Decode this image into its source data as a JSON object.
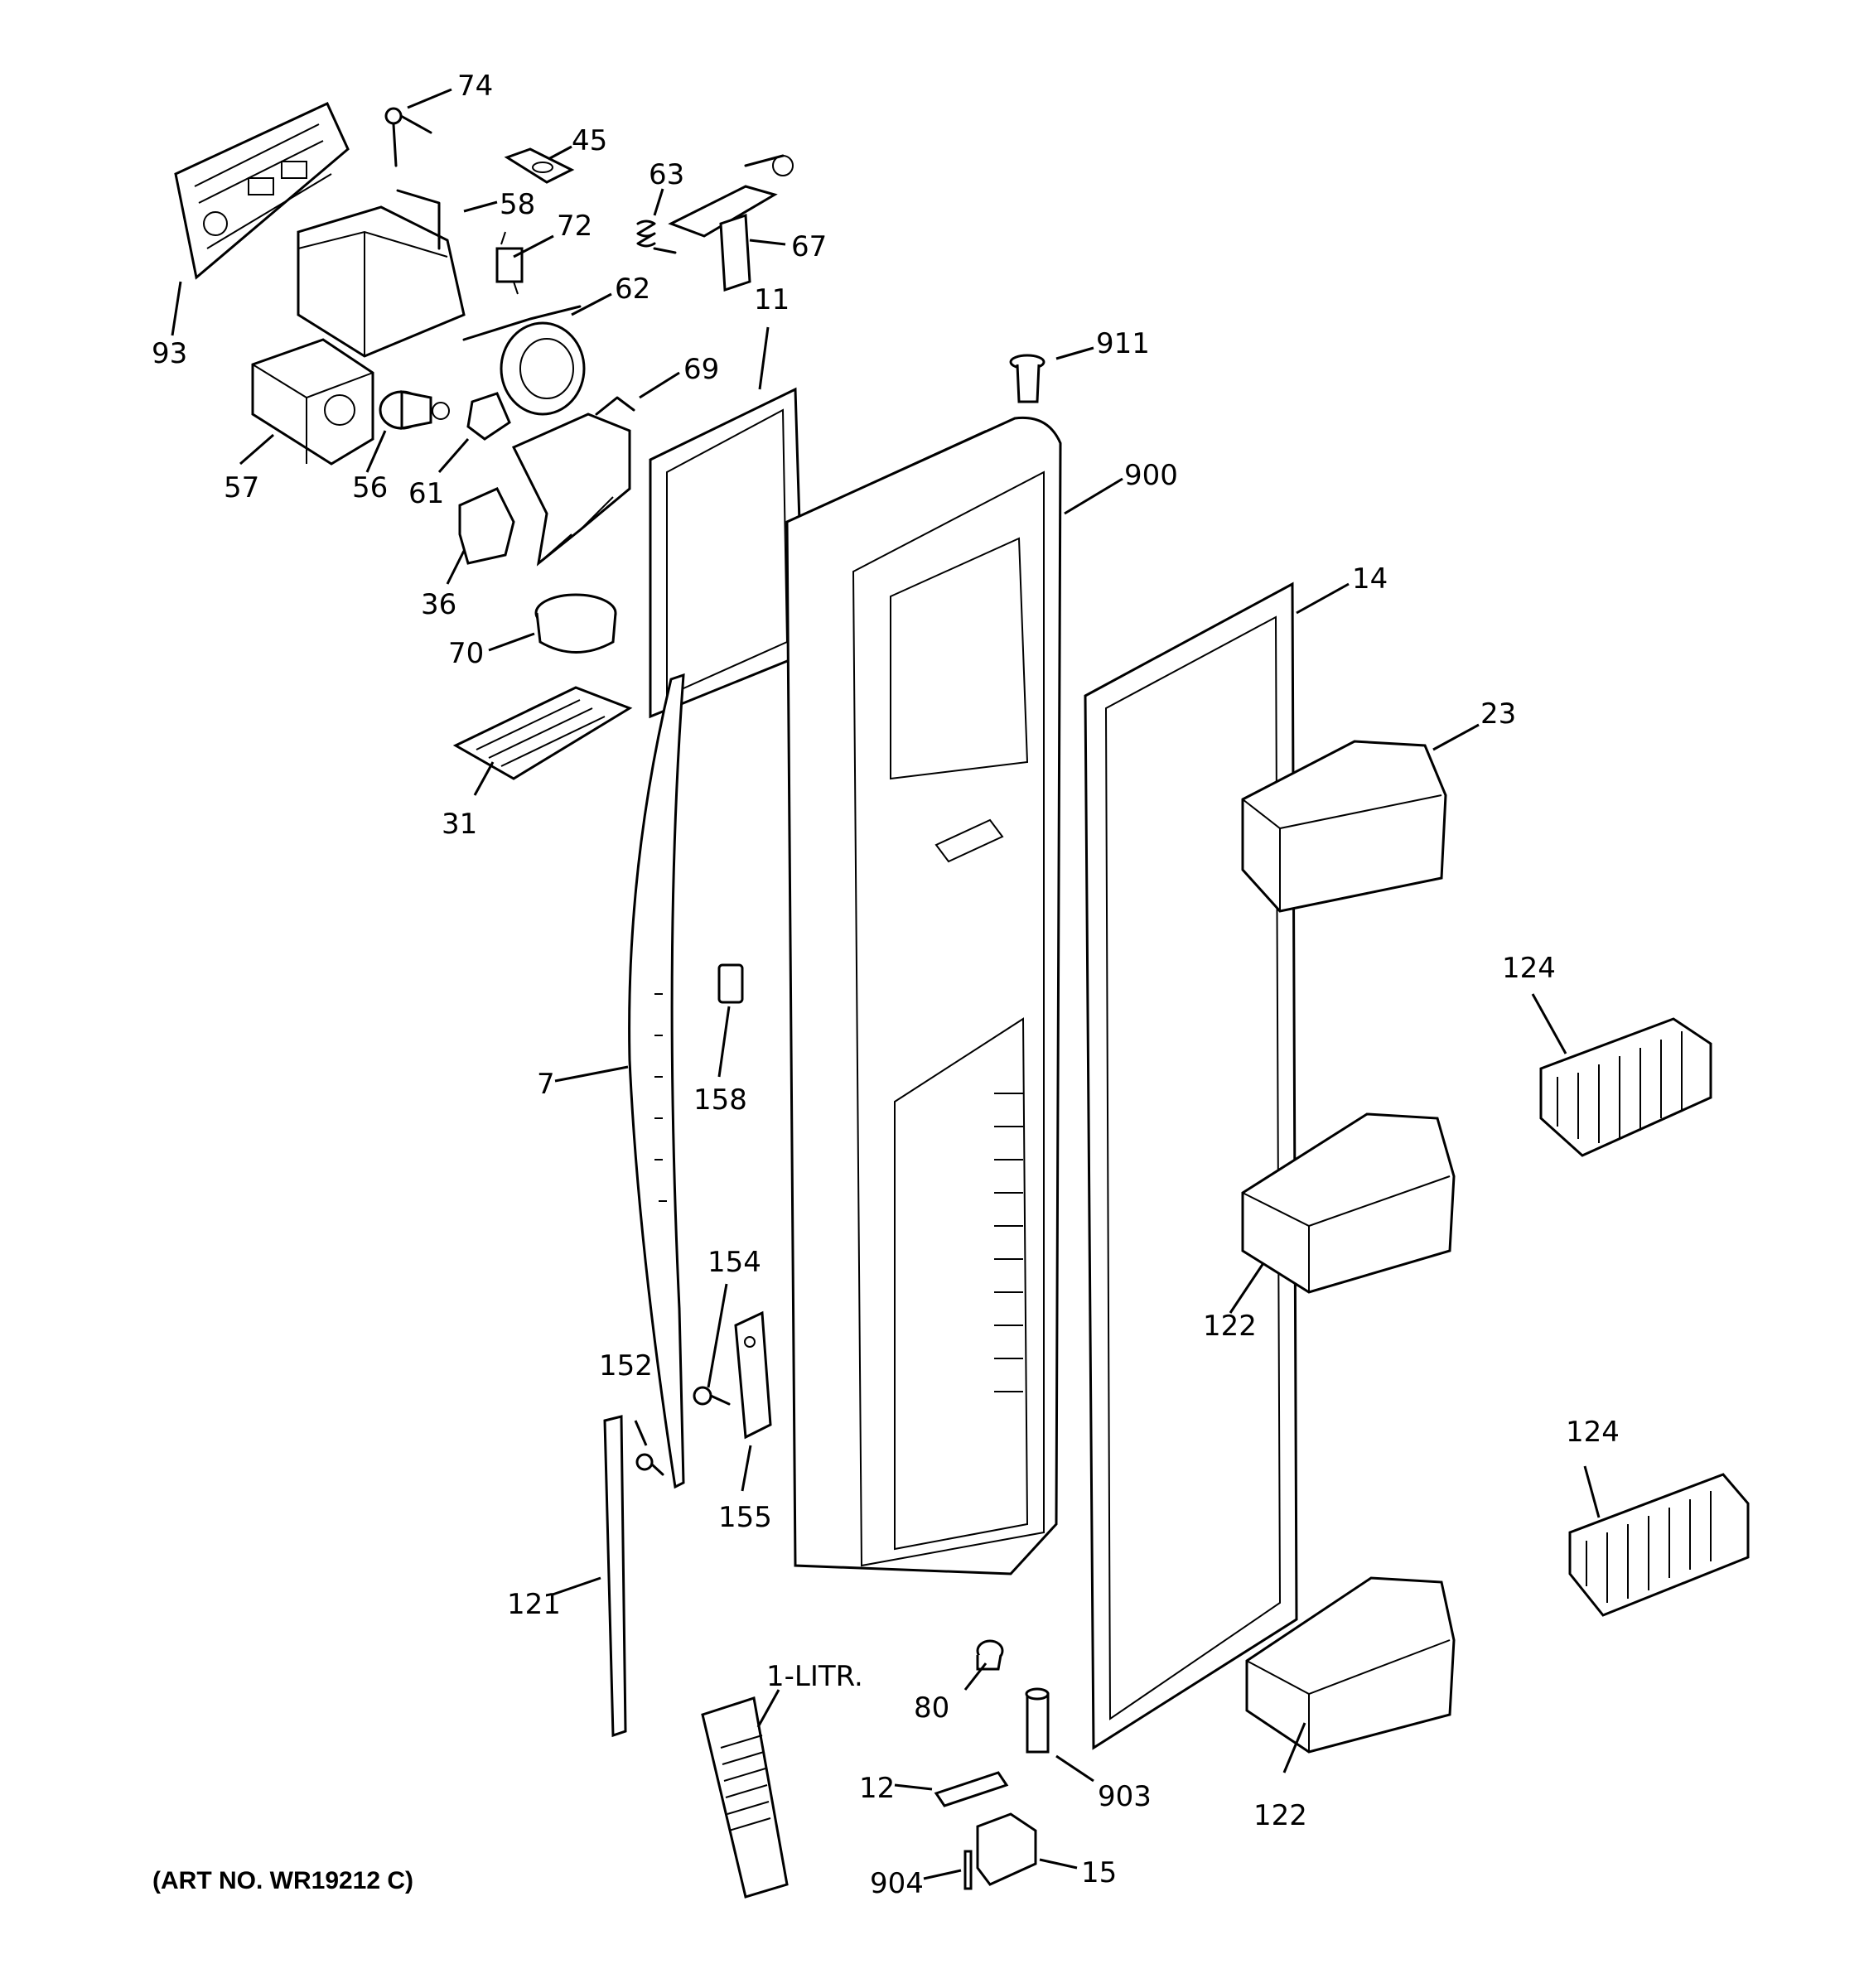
{
  "diagram": {
    "art_number": "(ART NO. WR19212 C)",
    "callouts": {
      "c74": "74",
      "c45": "45",
      "c63": "63",
      "c58": "58",
      "c72": "72",
      "c67": "67",
      "c62": "62",
      "c11": "11",
      "c93": "93",
      "c911": "911",
      "c69": "69",
      "c57": "57",
      "c56": "56",
      "c61": "61",
      "c900": "900",
      "c36": "36",
      "c14": "14",
      "c70": "70",
      "c23": "23",
      "c31": "31",
      "c124a": "124",
      "c7": "7",
      "c158": "158",
      "c154": "154",
      "c122a": "122",
      "c152": "152",
      "c155": "155",
      "c124b": "124",
      "c121": "121",
      "c1litr": "1-LITR.",
      "c80": "80",
      "c12": "12",
      "c903": "903",
      "c122b": "122",
      "c904": "904",
      "c15": "15"
    }
  }
}
